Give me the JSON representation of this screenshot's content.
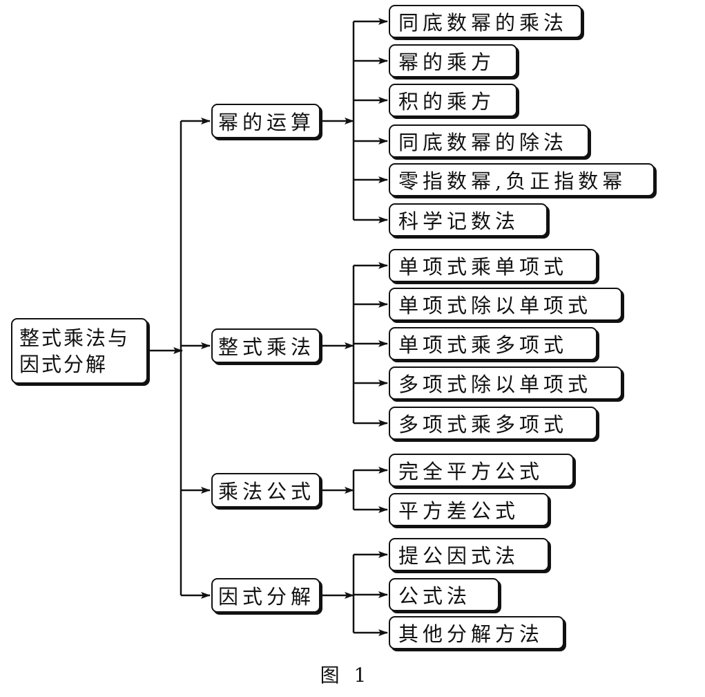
{
  "root": {
    "line1": "整式乘法与",
    "line2": "因式分解"
  },
  "branches": [
    {
      "label": "幂的运算",
      "leaves": [
        "同底数幂的乘法",
        "幂的乘方",
        "积的乘方",
        "同底数幂的除法",
        "零指数幂,负正指数幂",
        "科学记数法"
      ]
    },
    {
      "label": "整式乘法",
      "leaves": [
        "单项式乘单项式",
        "单项式除以单项式",
        "单项式乘多项式",
        "多项式除以单项式",
        "多项式乘多项式"
      ]
    },
    {
      "label": "乘法公式",
      "leaves": [
        "完全平方公式",
        "平方差公式"
      ]
    },
    {
      "label": "因式分解",
      "leaves": [
        "提公因式法",
        "公式法",
        "其他分解方法"
      ]
    }
  ],
  "caption": "图 1"
}
